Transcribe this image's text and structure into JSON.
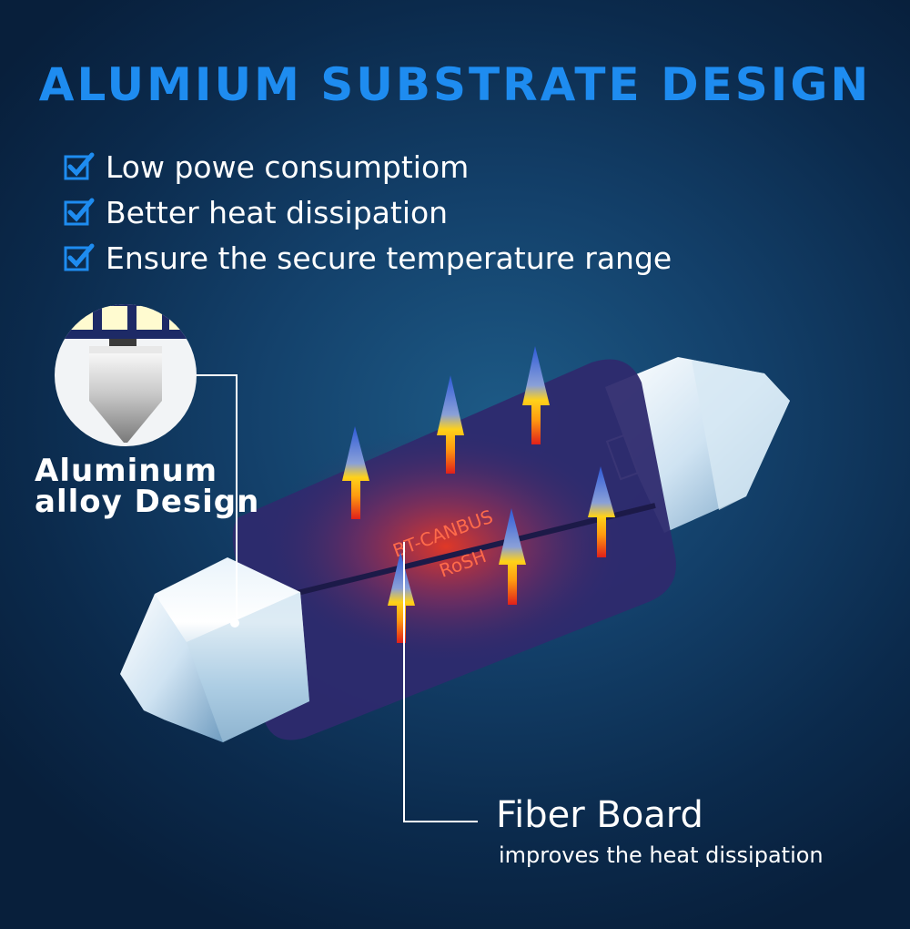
{
  "title": "ALUMIUM SUBSTRATE DESIGN",
  "features": [
    {
      "icon": "checkbox-icon",
      "text": "Low powe consumptiom"
    },
    {
      "icon": "checkbox-icon",
      "text": "Better heat dissipation"
    },
    {
      "icon": "checkbox-icon",
      "text": "Ensure the secure temperature range"
    }
  ],
  "aluminum_callout": {
    "line1": "Aluminum",
    "line2": "alloy Design"
  },
  "board_marking": {
    "line1": "BT-CANBUS",
    "line2": "RoSH"
  },
  "fiber_callout": {
    "title": "Fiber Board",
    "subtitle": "improves the heat dissipation"
  },
  "colors": {
    "title": "#1e8cf0",
    "background": "#13406a",
    "board": "#2e2a6e",
    "check": "#1e8cf0"
  }
}
